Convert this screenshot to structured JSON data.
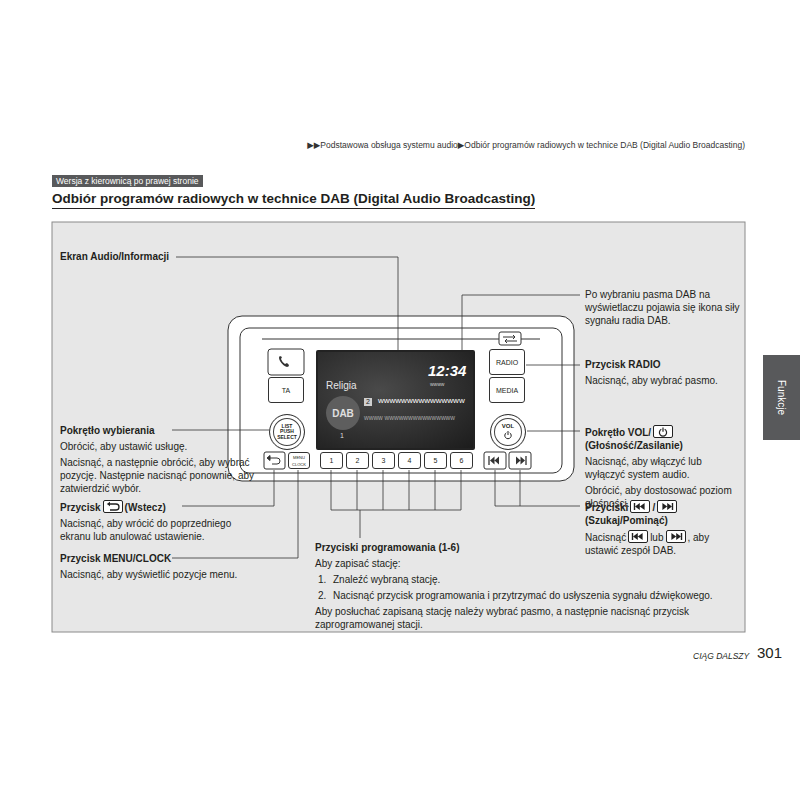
{
  "diagram": {
    "title": "Odbiór programów radiowych w technice DAB (Digital Audio Broadcasting)",
    "nodes": [
      {
        "text": [
          "Religia",
          "12:34",
          "wwww",
          "DAB",
          "1",
          "2",
          "wwwwwwwwwwwwwww",
          "wwww wwwwwwwwwwwwwww"
        ]
      },
      {
        "text": [
          "TA"
        ]
      },
      {
        "text": [
          "RADIO"
        ]
      },
      {
        "text": [
          "MEDIA"
        ]
      },
      {
        "text": [
          "LIST PUSH SELECT"
        ]
      },
      {
        "text": [
          "MENU CLOCK"
        ]
      },
      {
        "text": [
          "VOL"
        ]
      },
      {
        "text": [
          "1"
        ]
      },
      {
        "text": [
          "2"
        ]
      },
      {
        "text": [
          "3"
        ]
      },
      {
        "text": [
          "4"
        ]
      },
      {
        "text": [
          "5"
        ]
      },
      {
        "text": [
          "6"
        ]
      }
    ],
    "labels": [
      "▶▶Podstawowa obsługa systemu audio▶Odbiór programów radiowych w technice DAB (Digital Audio Broadcasting)",
      "Wersja z kierownicą po prawej stronie",
      "Ekran Audio/Informacji",
      "Po wybraniu pasma DAB na wyświetlaczu pojawia się ikona siły sygnału radia DAB.",
      "Przycisk RADIO",
      "Nacisnąć, aby wybrać pasmo.",
      "Pokrętło wybierania",
      "Obrócić, aby ustawić usługę.",
      "Nacisnąć, a następnie obrócić, aby wybrać pozycję. Następnie nacisnąć ponownie, aby zatwierdzić wybór.",
      "Przycisk",
      "(Wstecz)",
      "Nacisnąć, aby wrócić do poprzedniego ekranu lub anulować ustawienie.",
      "Przycisk MENU/CLOCK",
      "Nacisnąć, aby wyświetlić pozycje menu.",
      "Przyciski programowania (1-6)",
      "Aby zapisać stację:",
      "1.",
      "Znaleźć wybraną stację.",
      "2.",
      "Nacisnąć przycisk programowania i przytrzymać do usłyszenia sygnału dźwiękowego.",
      "Aby posłuchać zapisaną stację należy wybrać pasmo, a następnie nacisnąć przycisk zaprogramowanej stacji.",
      "Pokrętło VOL/",
      "(Głośność/Zasilanie)",
      "Nacisnąć, aby włączyć lub wyłączyć system audio.",
      "Obrócić, aby dostosować poziom głośności.",
      "Przyciski",
      "/",
      "(Szukaj/Pominąć)",
      "Nacisnąć",
      "lub",
      ", aby ustawić zespół DAB.",
      "Funkcje",
      "CIĄG DALSZY",
      "301"
    ]
  }
}
